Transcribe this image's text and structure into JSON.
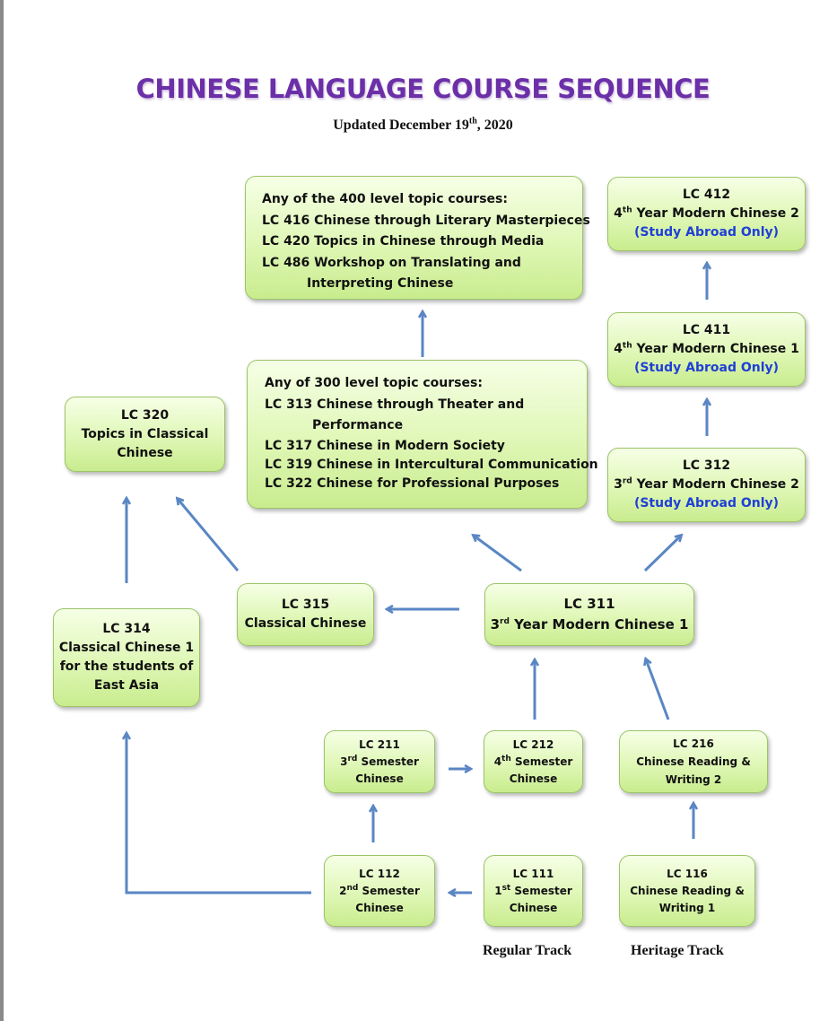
{
  "title": "CHINESE LANGUAGE COURSE SEQUENCE",
  "updated": {
    "prefix": "Updated December 19",
    "sup": "th",
    "suffix": ", 2020"
  },
  "boxes": {
    "lc400": {
      "heading": "Any of the 400 level topic courses:",
      "lines": [
        "LC 416 Chinese through Literary Masterpieces",
        "LC 420 Topics in Chinese through Media",
        "LC 486 Workshop on Translating and"
      ],
      "indent": "Interpreting Chinese"
    },
    "lc300": {
      "heading": "Any of 300 level topic courses:",
      "line1": "LC 313 Chinese through Theater and",
      "indent": "Performance",
      "lines": [
        "LC 317 Chinese in Modern Society",
        "LC 319 Chinese in Intercultural Communication",
        "LC 322 Chinese for Professional Purposes"
      ]
    },
    "lc412": {
      "code": "LC 412",
      "num": "4",
      "sup": "th",
      "rest": " Year Modern Chinese 2",
      "note": "(Study Abroad Only)"
    },
    "lc411": {
      "code": "LC 411",
      "num": "4",
      "sup": "th",
      "rest": " Year Modern Chinese 1",
      "note": "(Study Abroad Only)"
    },
    "lc312": {
      "code": "LC 312",
      "num": "3",
      "sup": "rd",
      "rest": " Year Modern Chinese 2",
      "note": "(Study Abroad Only)"
    },
    "lc320": {
      "code": "LC 320",
      "line1": "Topics in Classical",
      "line2": "Chinese"
    },
    "lc315": {
      "code": "LC 315",
      "line1": "Classical Chinese"
    },
    "lc311": {
      "code": "LC 311",
      "num": "3",
      "sup": "rd",
      "rest": " Year Modern Chinese 1"
    },
    "lc314": {
      "code": "LC 314",
      "line1": "Classical Chinese 1",
      "line2": "for the students of",
      "line3": "East Asia"
    },
    "lc211": {
      "code": "LC 211",
      "num": "3",
      "sup": "rd",
      "rest": " Semester",
      "line3": "Chinese"
    },
    "lc212": {
      "code": "LC 212",
      "num": "4",
      "sup": "th",
      "rest": " Semester",
      "line3": "Chinese"
    },
    "lc216": {
      "code": "LC 216",
      "line1": "Chinese Reading &",
      "line2": "Writing 2"
    },
    "lc112": {
      "code": "LC 112",
      "num": "2",
      "sup": "nd",
      "rest": " Semester",
      "line3": "Chinese"
    },
    "lc111": {
      "code": "LC 111",
      "num": "1",
      "sup": "st",
      "rest": " Semester",
      "line3": "Chinese"
    },
    "lc116": {
      "code": "LC 116",
      "line1": "Chinese Reading &",
      "line2": "Writing 1"
    }
  },
  "tracks": {
    "regular": "Regular Track",
    "heritage": "Heritage Track"
  },
  "colors": {
    "title": "#6b2fa8",
    "arrow": "#5a86c4",
    "box_border": "#9bc468",
    "note": "#1f3fd8"
  }
}
